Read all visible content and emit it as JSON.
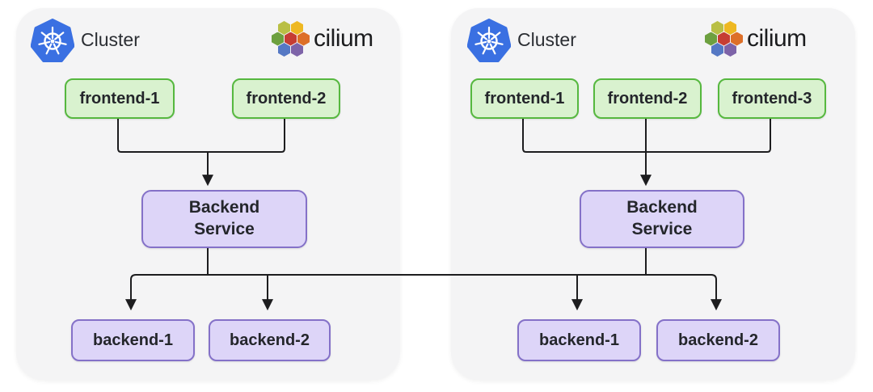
{
  "palette": {
    "panel_bg": "#f4f4f5",
    "wire": "#1d1d1f",
    "text": "#24262b",
    "frontend_fill": "#d9f2cf",
    "frontend_border": "#56b83f",
    "backend_fill": "#ddd5f8",
    "backend_border": "#8471c8",
    "k8s_blue": "#3a70e2",
    "cilium_lime": "#b9bf45",
    "cilium_yellow": "#eeb822",
    "cilium_orange": "#dd6f28",
    "cilium_green": "#6da03f",
    "cilium_red": "#c63d33",
    "cilium_blue": "#5578c4",
    "cilium_purple": "#7d63a8"
  },
  "clusters": [
    {
      "title": "Cluster",
      "cilium_label": "cilium",
      "frontends": [
        "frontend-1",
        "frontend-2"
      ],
      "service": "Backend Service",
      "backends": [
        "backend-1",
        "backend-2"
      ]
    },
    {
      "title": "Cluster",
      "cilium_label": "cilium",
      "frontends": [
        "frontend-1",
        "frontend-2",
        "frontend-3"
      ],
      "service": "Backend Service",
      "backends": [
        "backend-1",
        "backend-2"
      ]
    }
  ]
}
